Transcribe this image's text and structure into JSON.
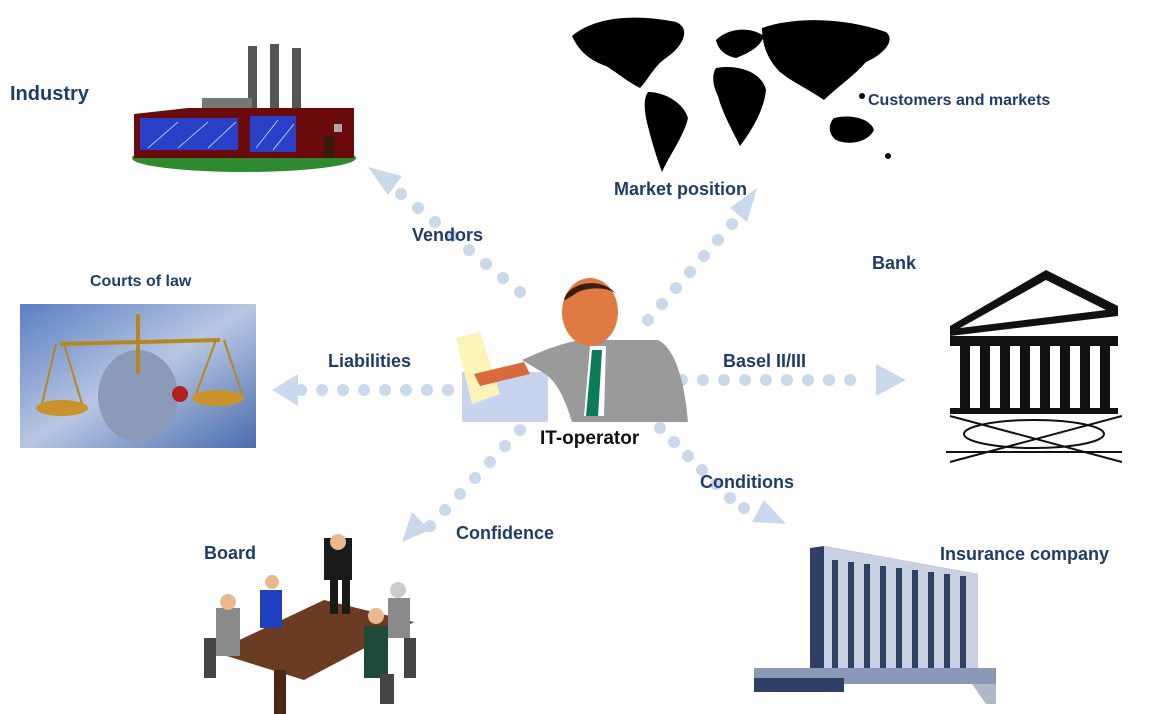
{
  "diagram": {
    "center_label": "IT-operator",
    "nodes": {
      "industry": "Industry",
      "customers": "Customers and markets",
      "courts": "Courts of law",
      "bank": "Bank",
      "board": "Board",
      "insurance": "Insurance company"
    },
    "relations": {
      "vendors": "Vendors",
      "market_position": "Market position",
      "liabilities": "Liabilities",
      "basel": "Basel II/III",
      "confidence": "Confidence",
      "conditions": "Conditions"
    },
    "colors": {
      "label": "#1f3d6b",
      "arrow": "#c9d8ea"
    }
  }
}
